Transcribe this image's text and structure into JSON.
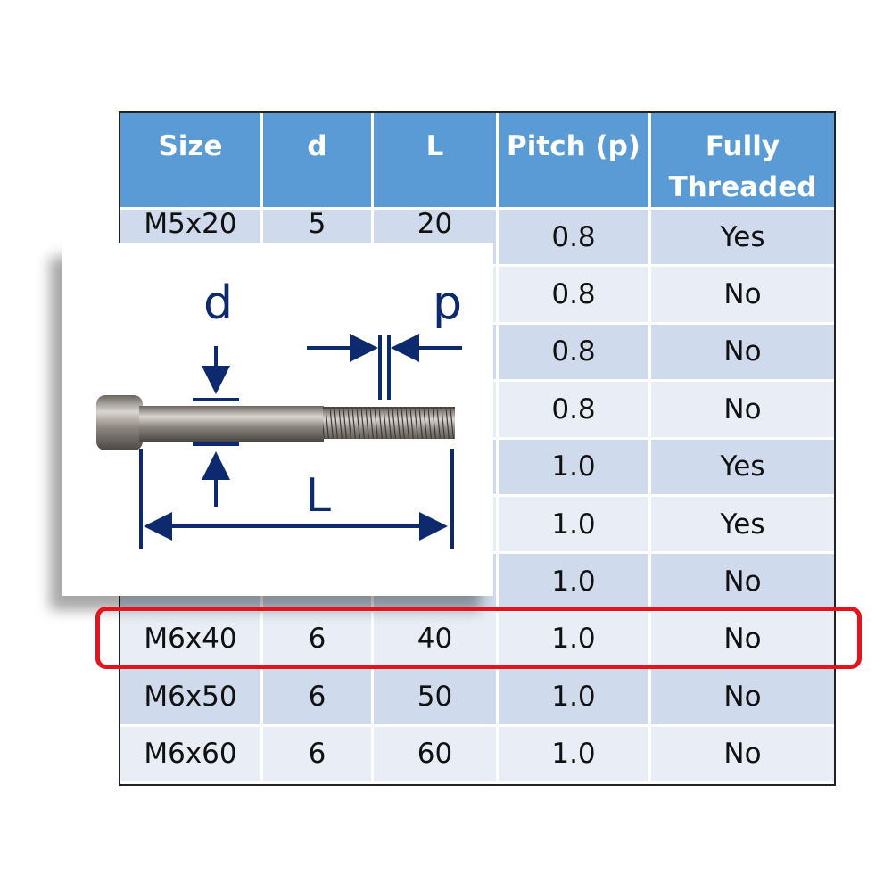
{
  "table": {
    "headers": [
      "Size",
      "d",
      "L",
      "Pitch (p)",
      "Fully Threaded"
    ],
    "rows": [
      [
        "M5x20",
        "5",
        "20",
        "0.8",
        "Yes"
      ],
      [
        "",
        "",
        "",
        "0.8",
        "No"
      ],
      [
        "",
        "",
        "",
        "0.8",
        "No"
      ],
      [
        "",
        "",
        "",
        "0.8",
        "No"
      ],
      [
        "",
        "",
        "",
        "1.0",
        "Yes"
      ],
      [
        "",
        "",
        "",
        "1.0",
        "Yes"
      ],
      [
        "",
        "",
        "",
        "1.0",
        "No"
      ],
      [
        "M6x40",
        "6",
        "40",
        "1.0",
        "No"
      ],
      [
        "M6x50",
        "6",
        "50",
        "1.0",
        "No"
      ],
      [
        "M6x60",
        "6",
        "60",
        "1.0",
        "No"
      ]
    ],
    "highlighted_row": "M6x40"
  },
  "diagram": {
    "labels": {
      "d": "d",
      "p": "p",
      "L": "L"
    }
  },
  "colors": {
    "header": "#5b9bd5",
    "highlight": "#e3141b",
    "arrow": "#0e2a6e"
  }
}
